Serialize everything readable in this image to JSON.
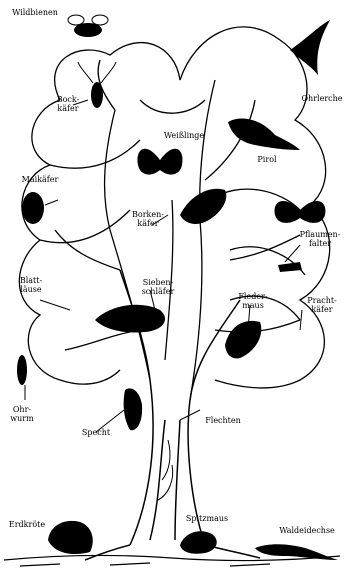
{
  "diagram": {
    "labels": [
      {
        "id": "wildbienen",
        "text": "Wildbienen"
      },
      {
        "id": "ohrlerche",
        "text": "Ohrlerche"
      },
      {
        "id": "bockkaefer",
        "text": "Bock-\nkäfer"
      },
      {
        "id": "weisslinge",
        "text": "Weißlinge"
      },
      {
        "id": "pirol",
        "text": "Pirol"
      },
      {
        "id": "maikaefer",
        "text": "Maikäfer"
      },
      {
        "id": "borkenkaefer",
        "text": "Borken-\nkäfer"
      },
      {
        "id": "pflaumenfalter",
        "text": "Pflaumen-\nfalter"
      },
      {
        "id": "blattlaeuse",
        "text": "Blatt-\nläuse"
      },
      {
        "id": "siebenschlaefer",
        "text": "Sieben-\nschläfer"
      },
      {
        "id": "fledermaus",
        "text": "Fleder-\nmaus"
      },
      {
        "id": "prachtkaefer",
        "text": "Pracht-\nkäfer"
      },
      {
        "id": "ohrwurm",
        "text": "Ohr-\nwurm"
      },
      {
        "id": "specht",
        "text": "Specht"
      },
      {
        "id": "flechten",
        "text": "Flechten"
      },
      {
        "id": "erdkroete",
        "text": "Erdkröte"
      },
      {
        "id": "spitzmaus",
        "text": "Spitzmaus"
      },
      {
        "id": "waldeidechse",
        "text": "Waldeidechse"
      }
    ],
    "colors": {
      "ink": "#000000",
      "paper": "#ffffff"
    }
  }
}
